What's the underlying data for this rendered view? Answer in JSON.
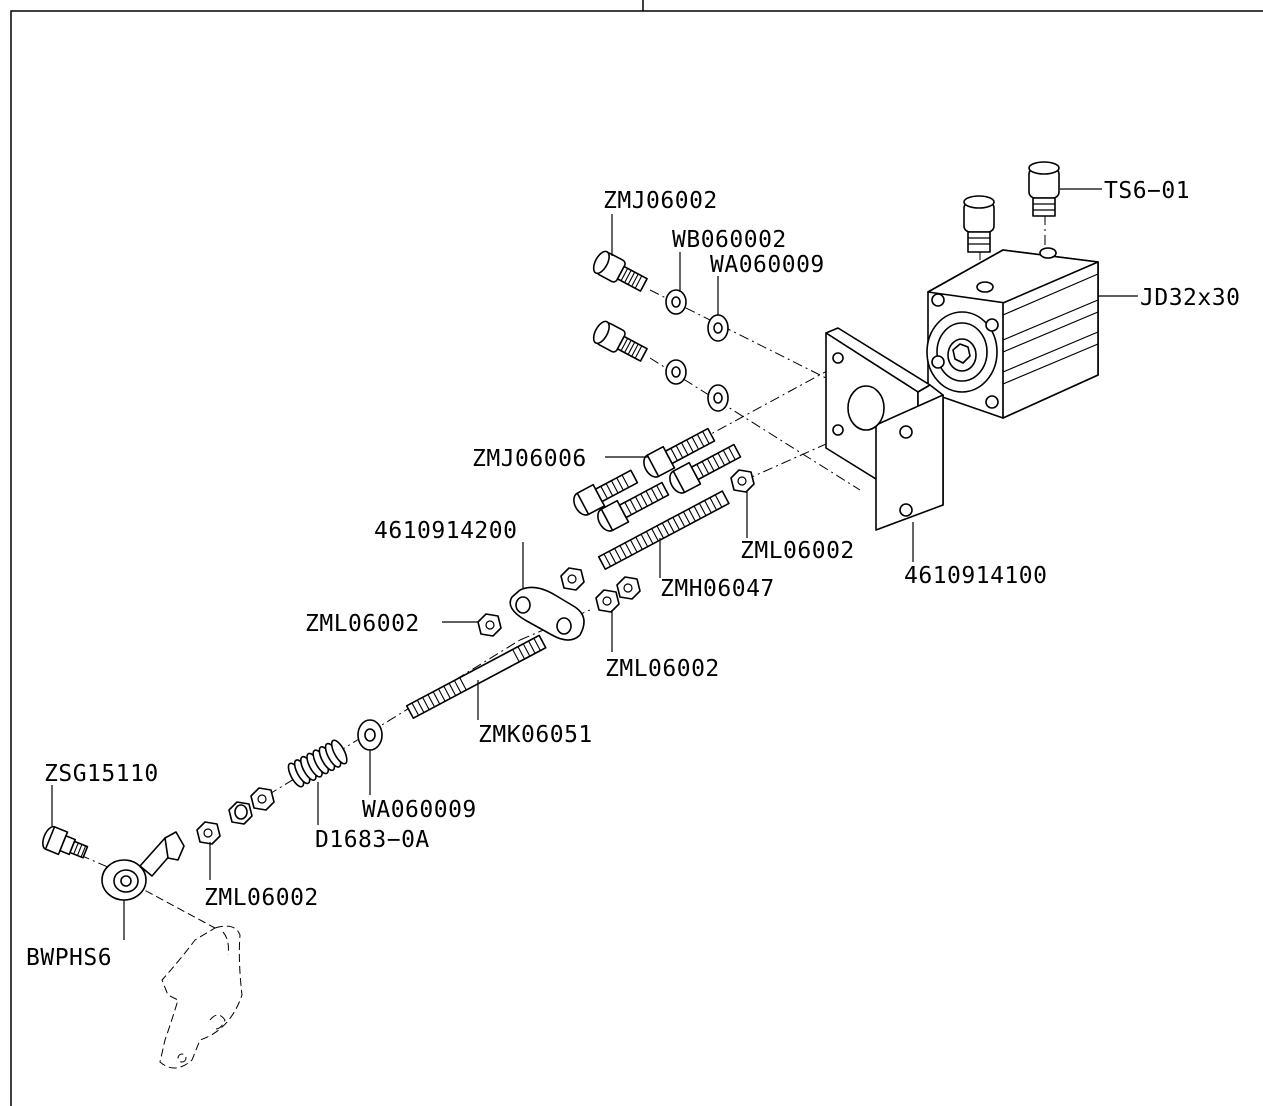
{
  "labels": {
    "ts6": "TS6−01",
    "jd32": "JD32x30",
    "zmj06002": "ZMJ06002",
    "wb060002": "WB060002",
    "wa060009_top": "WA060009",
    "zmj06006": "ZMJ06006",
    "bracket_4610914100": "4610914100",
    "zml06002_right": "ZML06002",
    "zmh06047": "ZMH06047",
    "plate_4610914200": "4610914200",
    "zml06002_left": "ZML06002",
    "zml06002_mid": "ZML06002",
    "zmk06051": "ZMK06051",
    "wa060009_bottom": "WA060009",
    "d1683": "D1683−0A",
    "zsg15110": "ZSG15110",
    "zml06002_bottom": "ZML06002",
    "bwphs6": "BWPHS6"
  },
  "icons": {
    "screw": "socket-head-screw-icon",
    "washer": "washer-icon",
    "nut": "hex-nut-icon",
    "spring": "spring-icon",
    "fitting": "pneumatic-fitting-icon",
    "cylinder": "pneumatic-cylinder-icon"
  }
}
